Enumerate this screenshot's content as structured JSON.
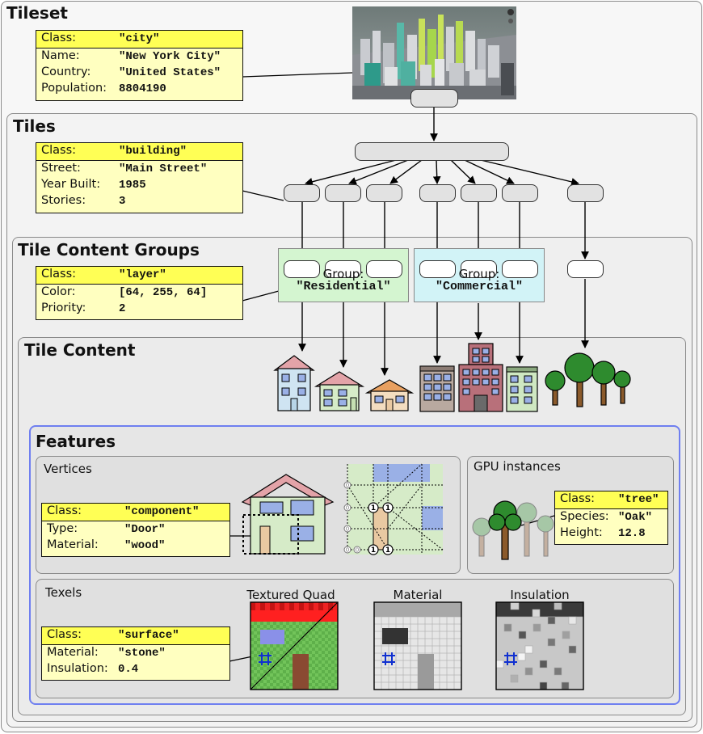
{
  "sections": {
    "tileset": "Tileset",
    "tiles": "Tiles",
    "tile_content_groups": "Tile Content Groups",
    "tile_content": "Tile Content",
    "features": "Features",
    "vertices": "Vertices",
    "gpu_instances": "GPU instances",
    "texels": "Texels"
  },
  "tileset_props": {
    "class_key": "Class:",
    "class_val": "\"city\"",
    "rows": [
      {
        "k": "Name:",
        "v": "\"New York City\""
      },
      {
        "k": "Country:",
        "v": "\"United States\""
      },
      {
        "k": "Population:",
        "v": "8804190"
      }
    ]
  },
  "tile_props": {
    "class_key": "Class:",
    "class_val": "\"building\"",
    "rows": [
      {
        "k": "Street:",
        "v": "\"Main Street\""
      },
      {
        "k": "Year Built:",
        "v": "1985"
      },
      {
        "k": "Stories:",
        "v": "3"
      }
    ]
  },
  "group_props": {
    "class_key": "Class:",
    "class_val": "\"layer\"",
    "rows": [
      {
        "k": "Color:",
        "v": "[64, 255, 64]"
      },
      {
        "k": "Priority:",
        "v": "2"
      }
    ]
  },
  "groups": {
    "residential": {
      "line1": "Group:",
      "line2": "\"Residential\"",
      "color": "#d4f5d0"
    },
    "commercial": {
      "line1": "Group:",
      "line2": "\"Commercial\"",
      "color": "#d2f3f7"
    }
  },
  "component_props": {
    "class_key": "Class:",
    "class_val": "\"component\"",
    "rows": [
      {
        "k": "Type:",
        "v": "\"Door\""
      },
      {
        "k": "Material:",
        "v": "\"wood\""
      }
    ]
  },
  "tree_props": {
    "class_key": "Class:",
    "class_val": "\"tree\"",
    "rows": [
      {
        "k": "Species:",
        "v": "\"Oak\""
      },
      {
        "k": "Height:",
        "v": "12.8"
      }
    ]
  },
  "surface_props": {
    "class_key": "Class:",
    "class_val": "\"surface\"",
    "rows": [
      {
        "k": "Material:",
        "v": "\"stone\""
      },
      {
        "k": "Insulation:",
        "v": "0.4"
      }
    ]
  },
  "texel_captions": {
    "textured_quad": "Textured Quad",
    "material": "Material",
    "insulation": "Insulation"
  },
  "vertex_labels": {
    "zero": "0",
    "one": "1"
  },
  "colors": {
    "panel_bg": "#f5f5f5",
    "features_border": "#6f7ff0",
    "prop_header": "#ffff55",
    "prop_body": "#ffffc0"
  }
}
